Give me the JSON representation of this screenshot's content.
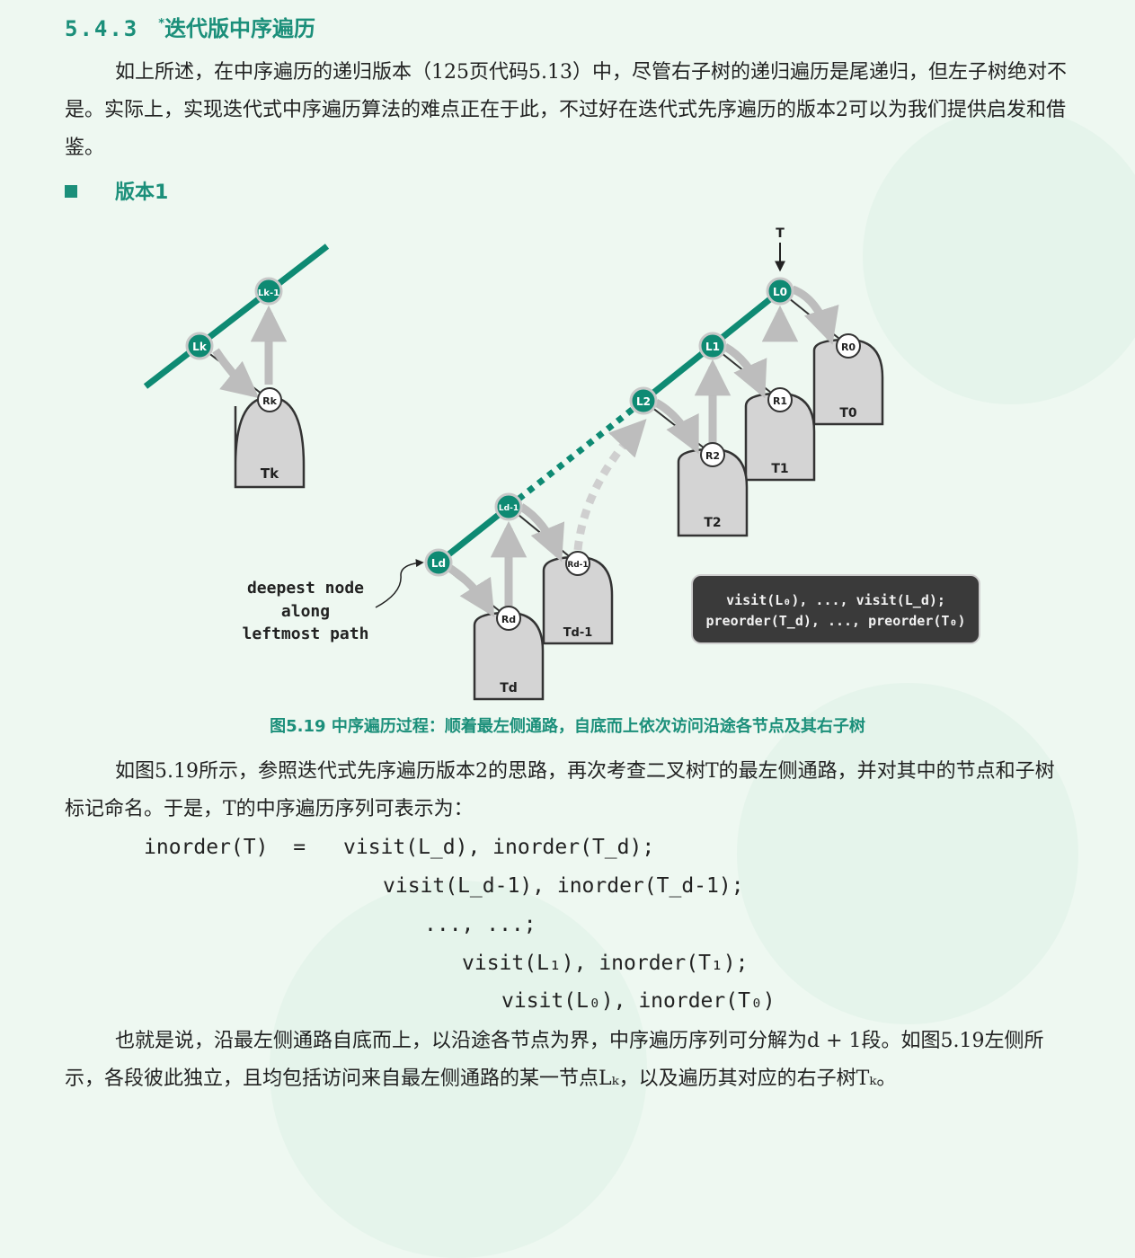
{
  "section": {
    "number": "5.4.3",
    "star": "*",
    "title": "迭代版中序遍历"
  },
  "intro_paragraph": "如上所述，在中序遍历的递归版本（125页代码5.13）中，尽管右子树的递归遍历是尾递归，但左子树绝对不是。实际上，实现迭代式中序遍历算法的难点正在于此，不过好在迭代式先序遍历的版本2可以为我们提供启发和借鉴。",
  "version_heading": "版本1",
  "figure": {
    "caption": "图5.19 中序遍历过程：顺着最左侧通路，自底而上依次访问沿途各节点及其右子树",
    "deepest_label": [
      "deepest node",
      "along",
      "leftmost path"
    ],
    "tree_root_label": "T",
    "box_lines": [
      "visit(L₀), ..., visit(L_d);",
      "preorder(T_d), ..., preorder(T₀)"
    ],
    "nodes": {
      "Lk": "Lk",
      "Lk1": "Lk-1",
      "Rk": "Rk",
      "Tk": "Tk",
      "L0": "L0",
      "L1": "L1",
      "L2": "L2",
      "Ld1": "Ld-1",
      "Ld": "Ld",
      "R0": "R0",
      "R1": "R1",
      "R2": "R2",
      "Rd1": "Rd-1",
      "Rd": "Rd",
      "T0": "T0",
      "T1": "T1",
      "T2": "T2",
      "Td1": "Td-1",
      "Td": "Td"
    },
    "colors": {
      "accent": "#0e8a73",
      "node_border": "#b9b9b9",
      "subtree_fill": "#d4d4d4",
      "box_fill": "#3a3a3a"
    }
  },
  "body_paragraph_1": "如图5.19所示，参照迭代式先序遍历版本2的思路，再次考查二叉树T的最左侧通路，并对其中的节点和子树标记命名。于是，T的中序遍历序列可表示为：",
  "formula": {
    "lhs": "inorder(T)",
    "eq": "=",
    "line1": "visit(L_d), inorder(T_d);",
    "line2": "visit(L_d-1), inorder(T_d-1);",
    "line3": "..., ...;",
    "line4": "visit(L₁), inorder(T₁);",
    "line5": "visit(L₀), inorder(T₀)"
  },
  "body_paragraph_2": "也就是说，沿最左侧通路自底而上，以沿途各节点为界，中序遍历序列可分解为d + 1段。如图5.19左侧所示，各段彼此独立，且均包括访问来自最左侧通路的某一节点Lₖ，以及遍历其对应的右子树Tₖ。"
}
